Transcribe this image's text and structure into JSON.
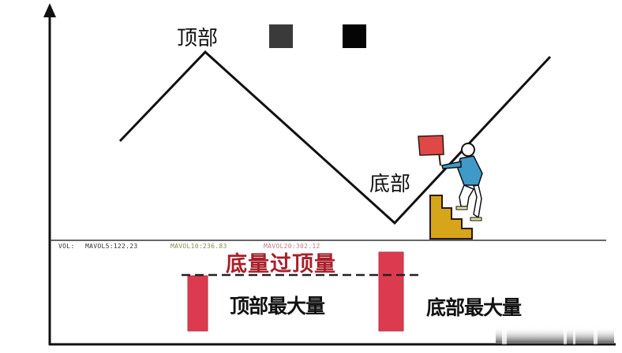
{
  "chart_data": {
    "type": "line",
    "title": "底量过顶量",
    "xlabel": "",
    "ylabel": "",
    "grid": false,
    "price_panel": {
      "series": [
        {
          "name": "price",
          "points": [
            [
              152,
              179
            ],
            [
              260,
              66
            ],
            [
              500,
              283
            ],
            [
              697,
              72
            ]
          ]
        }
      ],
      "annotations": [
        {
          "text": "顶部",
          "at": "peak"
        },
        {
          "text": "底部",
          "at": "trough"
        }
      ],
      "legend_swatches": [
        "#3a3a3a",
        "#050505"
      ]
    },
    "volume_panel": {
      "type": "bar",
      "categories": [
        "顶部最大量",
        "底部最大量"
      ],
      "values": [
        70,
        100
      ],
      "bar_color": "#dc3b4f",
      "reference_line": {
        "style": "dashed",
        "level": "顶部最大量"
      },
      "indicator_text": {
        "vol": "VOL:",
        "mavol5": "MAVOL5:122.23",
        "mavol10": "MAVOL10:236.83",
        "mavol20": "MAVOL20:302.12"
      }
    }
  },
  "labels": {
    "top": "顶部",
    "bottom": "底部",
    "headline": "底量过顶量",
    "top_max_volume": "顶部最大量",
    "bottom_max_volume": "底部最大量"
  },
  "indicators": {
    "vol": "VOL:",
    "mavol5": "MAVOL5:122.23",
    "mavol10": "MAVOL10:236.83",
    "mavol20": "MAVOL20:302.12"
  },
  "colors": {
    "axis": "#111111",
    "price_line": "#111111",
    "bar": "#dc3b4f",
    "headline": "#a8202c",
    "mavol5": "#333333",
    "mavol10": "#8a8a5a",
    "mavol20": "#c07a8a",
    "stairs": "#d6a51a",
    "flag": "#e04848",
    "shirt": "#3f9ac8"
  }
}
